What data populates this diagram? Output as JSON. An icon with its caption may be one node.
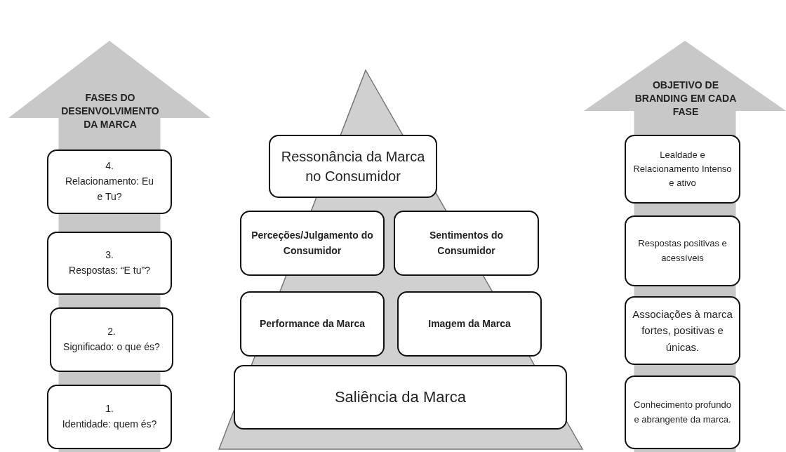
{
  "diagram": {
    "nodes": [
      {
        "text": [
          "FASES DO DESENVOLVIMENTO DA MARCA"
        ]
      },
      {
        "text": [
          "4.",
          "Relacionamento: Eu e Tu?"
        ],
        "in": 0
      },
      {
        "text": [
          "3.",
          "Respostas: “E tu”?"
        ],
        "in": 0
      },
      {
        "text": [
          "2.",
          "Significado:  o que és?"
        ],
        "in": 0
      },
      {
        "text": [
          "1.",
          "Identidade: quem és?"
        ],
        "in": 0
      },
      {
        "text": [
          "Ressonância da Marca no Consumidor"
        ]
      },
      {
        "text": [
          "Perceções/Julgamento do Consumidor"
        ]
      },
      {
        "text": [
          "Sentimentos do Consumidor"
        ]
      },
      {
        "text": [
          "Performance da Marca"
        ]
      },
      {
        "text": [
          "Imagem da Marca"
        ]
      },
      {
        "text": [
          "Saliência da Marca"
        ]
      },
      {
        "text": [
          "OBJETIVO DE BRANDING EM CADA FASE"
        ]
      },
      {
        "text": [
          "Lealdade e Relacionamento Intenso e ativo"
        ],
        "in": 11
      },
      {
        "text": [
          "Respostas positivas e acessíveis"
        ],
        "in": 11
      },
      {
        "text": [
          "Associações à marca fortes, positivas e únicas."
        ],
        "in": 11
      },
      {
        "text": [
          "Conhecimento profundo e abrangente da marca."
        ],
        "in": 11
      }
    ]
  }
}
